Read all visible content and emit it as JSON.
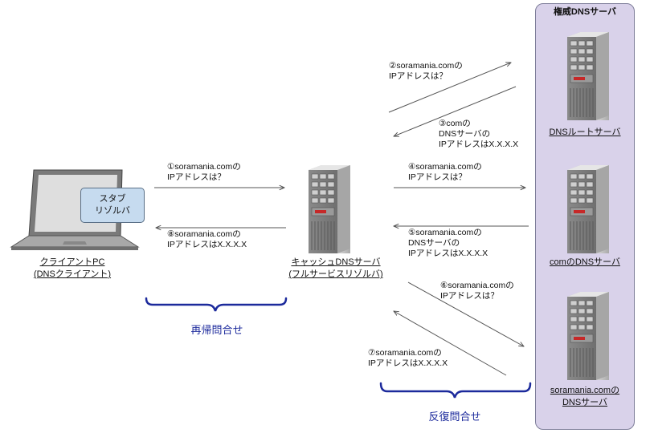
{
  "authoritative_panel": {
    "title": "権威DNSサーバ"
  },
  "client": {
    "label_line1": "クライアントPC",
    "label_line2": "(DNSクライアント)",
    "stub_line1": "スタブ",
    "stub_line2": "リゾルバ"
  },
  "cache_server": {
    "label_line1": "キャッシュDNSサーバ",
    "label_line2": "(フルサービスリゾルバ)"
  },
  "servers": {
    "root": "DNSルートサーバ",
    "com": "comのDNSサーバ",
    "soramania_line1": "soramania.comの",
    "soramania_line2": "DNSサーバ"
  },
  "messages": {
    "m1": [
      "①soramania.comの",
      "IPアドレスは？"
    ],
    "m2": [
      "②soramania.comの",
      "IPアドレスは？"
    ],
    "m3": [
      "③comの",
      "DNSサーバの",
      "IPアドレスはX.X.X.X"
    ],
    "m4": [
      "④soramania.comの",
      "IPアドレスは？"
    ],
    "m5": [
      "⑤soramania.comの",
      "DNSサーバの",
      "IPアドレスはX.X.X.X"
    ],
    "m6": [
      "⑥soramania.comの",
      "IPアドレスは？"
    ],
    "m7": [
      "⑦soramania.comの",
      "IPアドレスはX.X.X.X"
    ],
    "m8": [
      "⑧soramania.comの",
      "IPアドレスはX.X.X.X"
    ]
  },
  "brackets": {
    "recursive": "再帰問合せ",
    "iterative": "反復問合せ"
  },
  "colors": {
    "panel": "#d9d2ea",
    "stub_box": "#c6dbef",
    "bracket": "#1c2a9c",
    "arrow": "#555555"
  }
}
